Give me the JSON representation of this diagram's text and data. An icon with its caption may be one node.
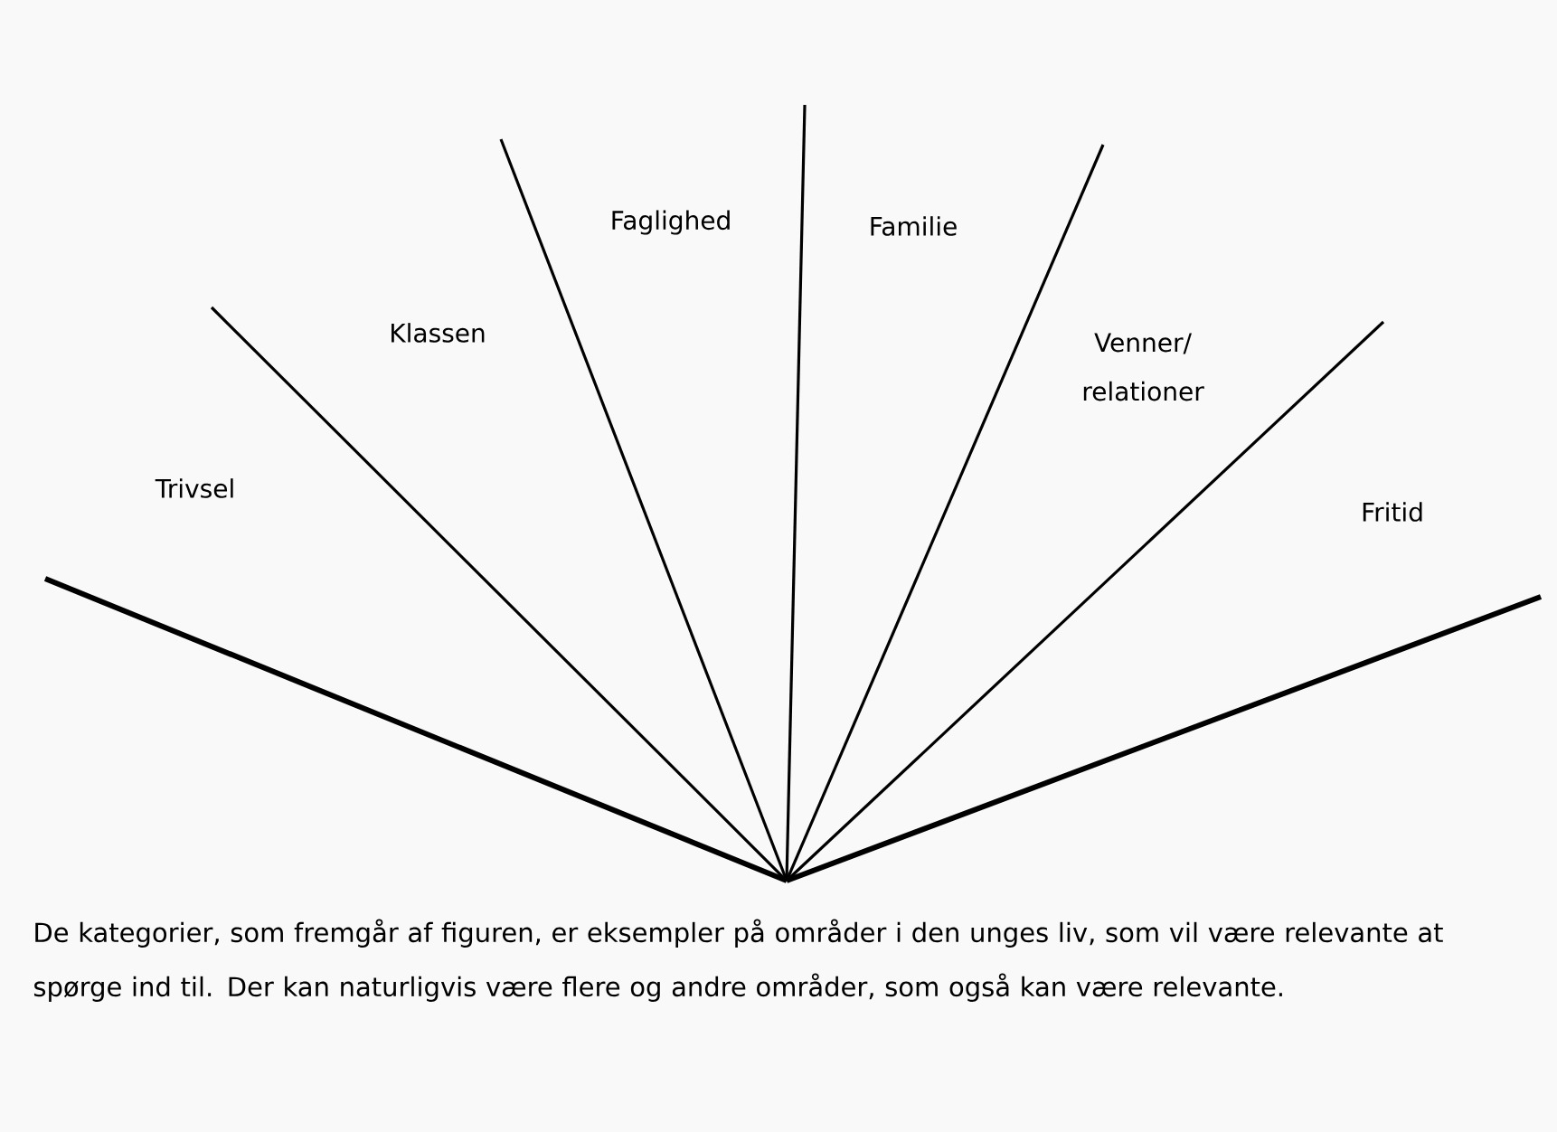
{
  "diagram": {
    "caption": "De kategorier, som fremgår af figuren, er eksempler på områder i den unges liv, som vil være relevante at spørge ind til. Der kan naturligvis være flere og andre områder, som også kan være relevante.",
    "labels": [
      "Trivsel",
      "Klassen",
      "Faglighed",
      "Familie",
      "Venner/ relationer",
      "Fritid"
    ]
  }
}
